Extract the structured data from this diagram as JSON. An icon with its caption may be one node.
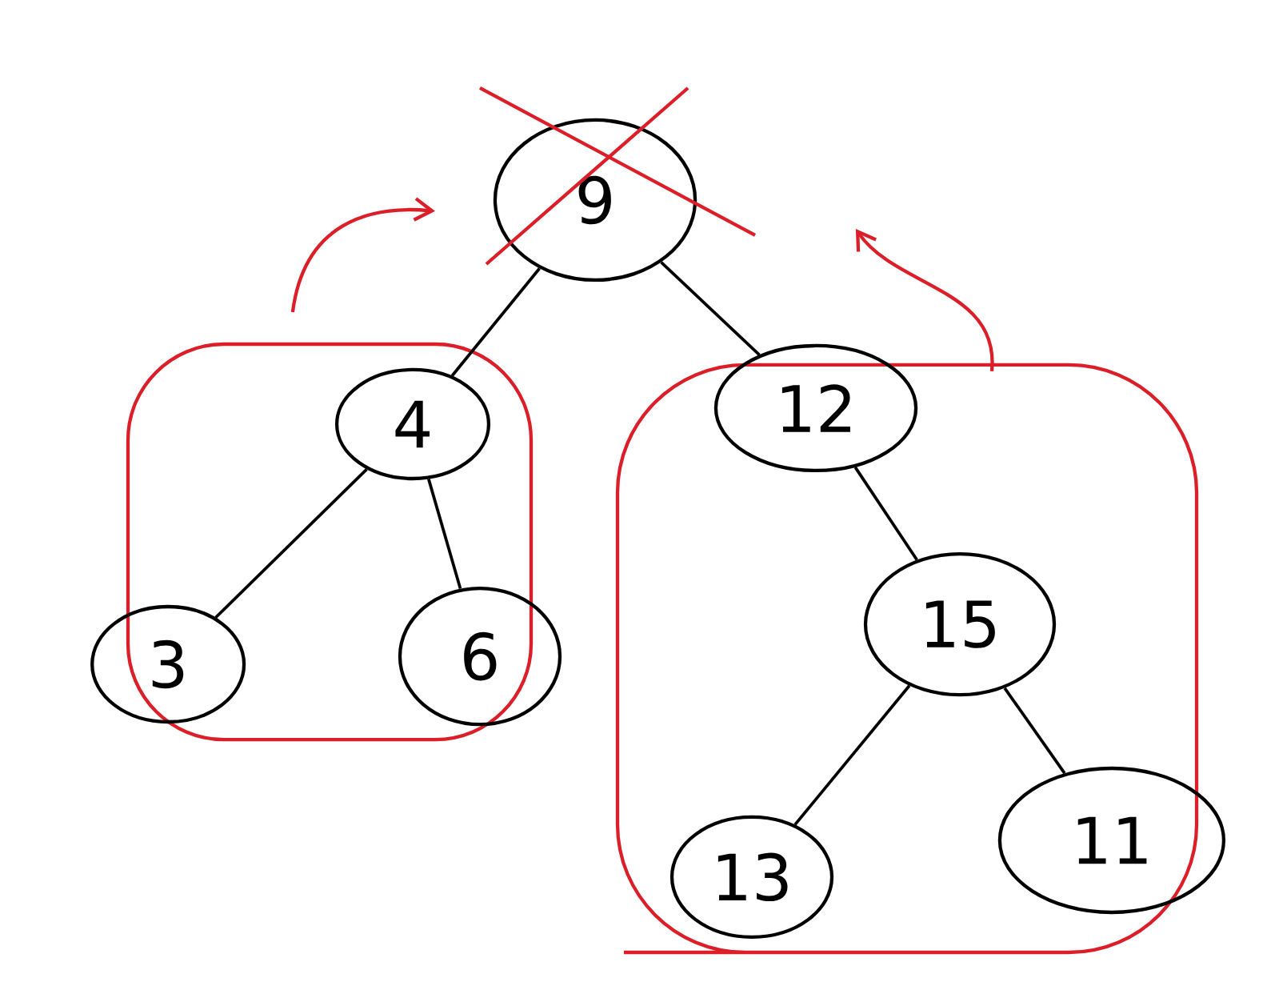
{
  "diagram": {
    "nodes": [
      {
        "text": [
          "9"
        ]
      },
      {
        "text": [
          "4"
        ]
      },
      {
        "text": [
          "12"
        ]
      },
      {
        "text": [
          "3"
        ]
      },
      {
        "text": [
          "6"
        ]
      },
      {
        "text": [
          "15"
        ]
      },
      {
        "text": [
          "13"
        ]
      },
      {
        "text": [
          "11"
        ]
      }
    ],
    "edges": [
      {
        "from": 0,
        "to": 1,
        "arrow": "none"
      },
      {
        "from": 0,
        "to": 2,
        "arrow": "none"
      },
      {
        "from": 1,
        "to": 3,
        "arrow": "none"
      },
      {
        "from": 1,
        "to": 4,
        "arrow": "none"
      },
      {
        "from": 2,
        "to": 5,
        "arrow": "none"
      },
      {
        "from": 5,
        "to": 6,
        "arrow": "none"
      },
      {
        "from": 5,
        "to": 7,
        "arrow": "none"
      }
    ]
  }
}
